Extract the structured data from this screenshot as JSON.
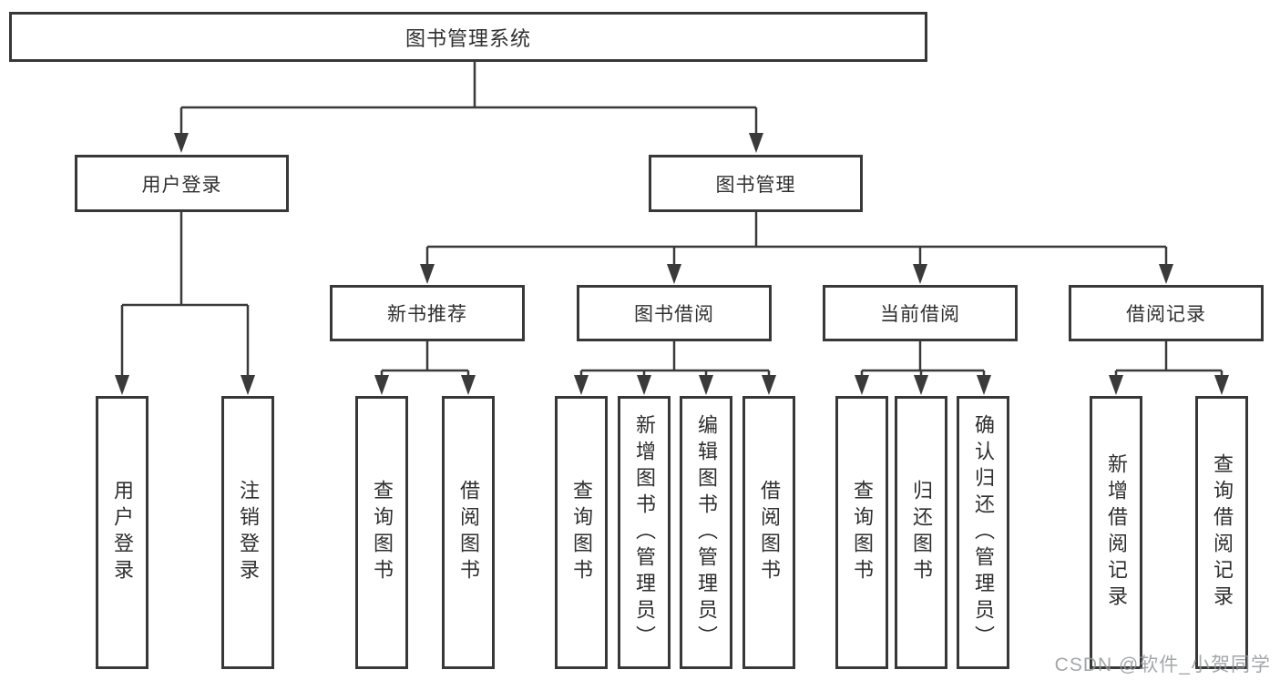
{
  "diagram": {
    "title": "图书管理系统",
    "level2": {
      "user_login": "用户登录",
      "book_mgmt": "图书管理"
    },
    "level3": {
      "new_book": "新书推荐",
      "borrow": "图书借阅",
      "current": "当前借阅",
      "record": "借阅记录"
    },
    "leaves": {
      "user_login": [
        "用户登录",
        "注销登录"
      ],
      "new_book": [
        "查询图书",
        "借阅图书"
      ],
      "borrow": [
        "查询图书",
        "新增图书（管理员）",
        "编辑图书（管理员）",
        "借阅图书"
      ],
      "current": [
        "查询图书",
        "归还图书",
        "确认归还（管理员）"
      ],
      "record": [
        "新增借阅记录",
        "查询借阅记录"
      ]
    },
    "colors": {
      "line": "#3a3a3a",
      "text": "#2f2f2f",
      "watermark": "#949699"
    }
  },
  "watermark": "CSDN @软件_小贺同学"
}
